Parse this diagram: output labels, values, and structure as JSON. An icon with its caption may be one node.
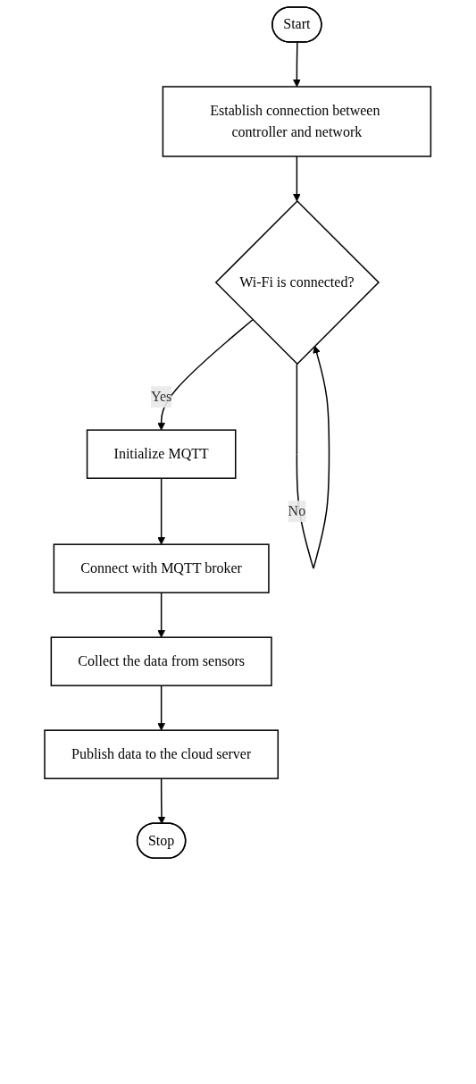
{
  "diagram": {
    "nodes": [
      {
        "text": [
          "Start"
        ]
      },
      {
        "text": [
          "Establish connection between controller and network"
        ]
      },
      {
        "text": [
          "Wi-Fi is connected?"
        ]
      },
      {
        "text": [
          "Initialize MQTT"
        ]
      },
      {
        "text": [
          "Connect with MQTT broker"
        ]
      },
      {
        "text": [
          "Collect the data from sensors"
        ]
      },
      {
        "text": [
          "Publish data to the cloud server"
        ]
      },
      {
        "text": [
          "Stop"
        ]
      }
    ],
    "edges": [
      {
        "from": 0,
        "to": 1,
        "arrow": "to"
      },
      {
        "from": 1,
        "to": 2,
        "arrow": "to"
      },
      {
        "from": 2,
        "to": 2,
        "arrow": "to",
        "label": "No"
      },
      {
        "from": 2,
        "to": 3,
        "arrow": "to",
        "label": "Yes"
      },
      {
        "from": 3,
        "to": 4,
        "arrow": "to"
      },
      {
        "from": 4,
        "to": 5,
        "arrow": "to"
      },
      {
        "from": 5,
        "to": 6,
        "arrow": "to"
      },
      {
        "from": 6,
        "to": 7,
        "arrow": "to"
      }
    ]
  }
}
